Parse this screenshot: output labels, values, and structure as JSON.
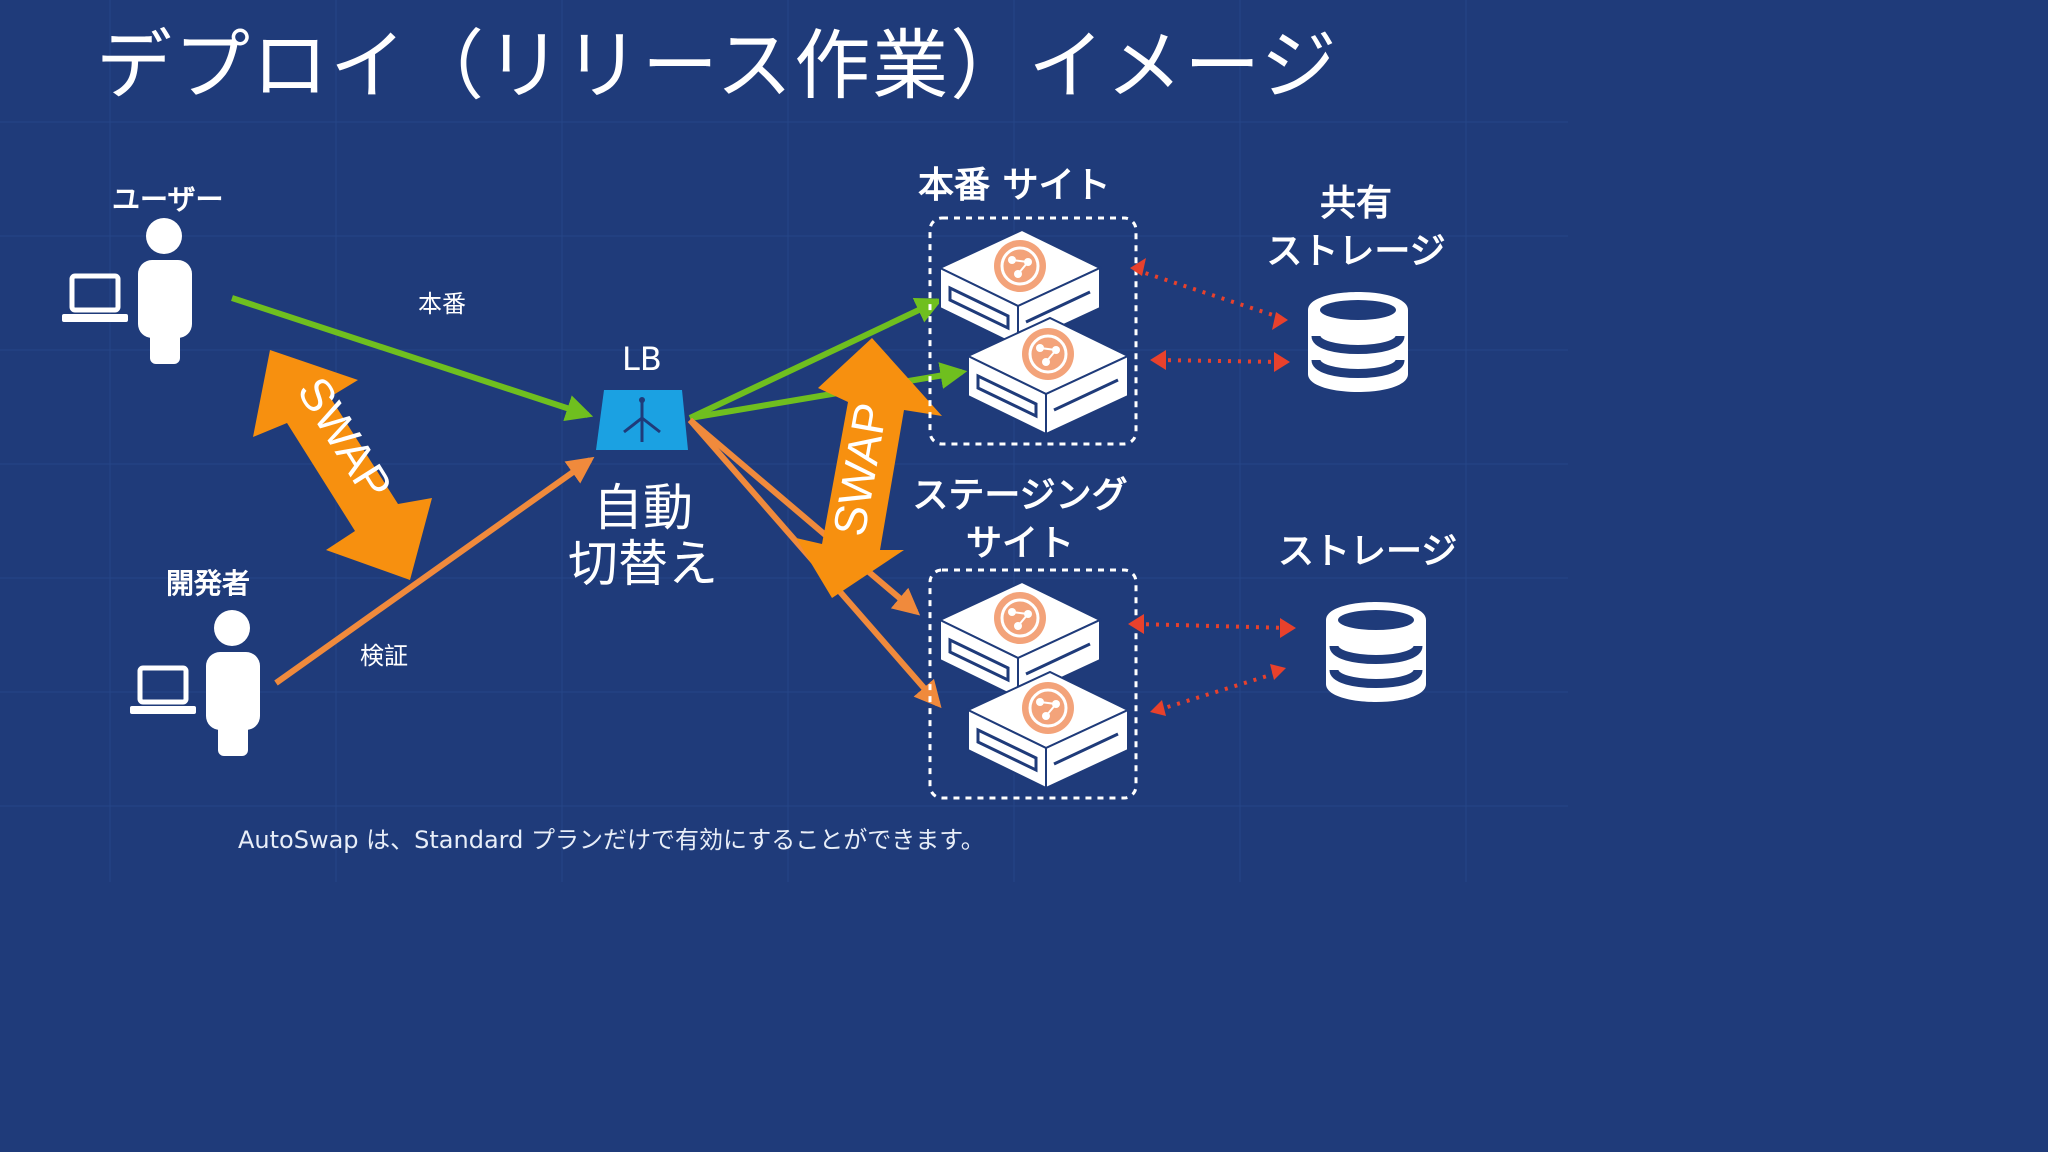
{
  "title": "デプロイ（リリース作業）イメージ",
  "actors": {
    "user": "ユーザー",
    "developer": "開発者"
  },
  "flows": {
    "production": "本番",
    "verification": "検証"
  },
  "load_balancer": {
    "label": "LB",
    "auto_switch_line1": "自動",
    "auto_switch_line2": "切替え"
  },
  "swap_label": "SWAP",
  "sites": {
    "production": "本番 サイト",
    "staging_line1": "ステージング",
    "staging_line2": "サイト"
  },
  "storages": {
    "shared_line1": "共有",
    "shared_line2": "ストレージ",
    "staging": "ストレージ"
  },
  "footnote": "AutoSwap は、Standard プランだけで有効にすることができます。",
  "colors": {
    "background": "#1f3b7a",
    "production_arrow": "#6fbf1f",
    "staging_arrow": "#f08a3c",
    "swap_arrow": "#f7900f",
    "lb_fill": "#1ba1e2",
    "storage_link": "#e8412c",
    "server_icon": "#f3a37a"
  }
}
